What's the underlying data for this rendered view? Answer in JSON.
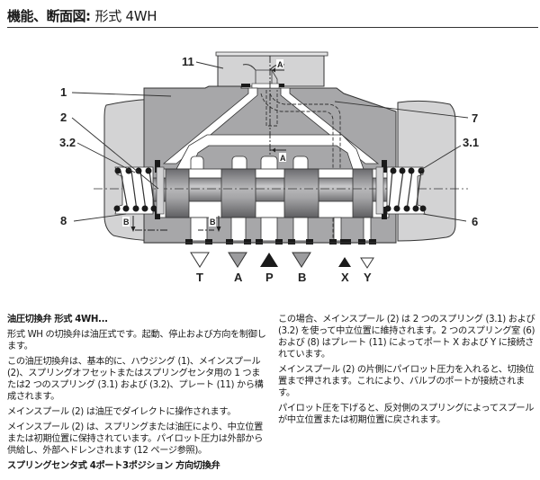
{
  "header": {
    "title_bold": "機能、断面図:",
    "title_regular": "形式 4WH"
  },
  "diagram": {
    "callouts": {
      "c11": "11",
      "c1": "1",
      "c2": "2",
      "c32": "3.2",
      "c8": "8",
      "c7": "7",
      "c31": "3.1",
      "c6": "6"
    },
    "section_marks": {
      "a_top": "A",
      "a_mid": "A",
      "b_left": "B",
      "b_mid": "B"
    },
    "ports": [
      {
        "label": "T",
        "style": "outline"
      },
      {
        "label": "A",
        "style": "gray"
      },
      {
        "label": "P",
        "style": "filled-up"
      },
      {
        "label": "B",
        "style": "gray"
      },
      {
        "label": "X",
        "style": "filled-up"
      },
      {
        "label": "Y",
        "style": "outline"
      }
    ],
    "colors": {
      "housing": "#a7a7a9",
      "cover": "#d3d3d4",
      "spool": "#9c9c9e",
      "seal": "#1a1a1a"
    }
  },
  "body": {
    "left": {
      "heading": "油圧切換弁 形式 4WH...",
      "p1": "形式 WH の切換弁は油圧式です。起動、停止および方向を制御します。",
      "p2": "この油圧切換弁は、基本的に、ハウジング (1)、メインスプール(2)、スプリングオフセットまたはスプリングセンタ用の 1 つまたは2 つのスプリング (3.1) および (3.2)、プレート (11) から構成されます。",
      "p3": "メインスプール (2) は油圧でダイレクトに操作されます。",
      "p4": "メインスプール (2) は、スプリングまたは油圧により、中立位置または初期位置に保持されています。パイロット圧力は外部から供給し、外部へドレンされます (12 ページ参照)。",
      "subheading": "スプリングセンタ式 4ポート3ポジション 方向切換弁"
    },
    "right": {
      "p1": "この場合、メインスプール (2) は 2 つのスプリング (3.1) および (3.2) を使って中立位置に維持されます。2 つのスプリング室 (6) および (8) はプレート (11) によってポート X および Y に接続されています。",
      "p2": "メインスプール (2) の片側にパイロット圧力を入れると、切換位置まで押されます。これにより、バルブのポートが接続されます。",
      "p3": "パイロット圧を下げると、反対側のスプリングによってスプールが中立位置または初期位置に戻されます。"
    }
  }
}
